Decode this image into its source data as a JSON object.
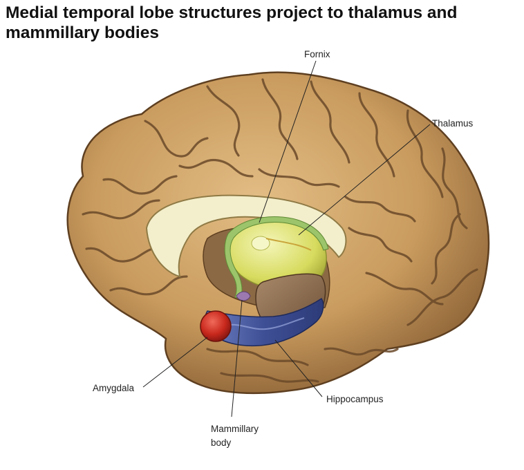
{
  "title": "Medial temporal lobe structures project to thalamus and mammillary bodies",
  "labels": {
    "fornix": "Fornix",
    "thalamus": "Thalamus",
    "amygdala": "Amygdala",
    "hippocampus": "Hippocampus",
    "mammillary_line1": "Mammillary",
    "mammillary_line2": "body"
  },
  "colors": {
    "cortex": "#c79a5c",
    "sulcus": "#6b4a2a",
    "corpus_callosum": "#f3eecb",
    "thalamus": "#dfe27a",
    "fornix": "#9cc46a",
    "amygdala": "#c8281c",
    "hippocampus": "#4a5b9c",
    "brainstem": "#8a6a4e"
  }
}
